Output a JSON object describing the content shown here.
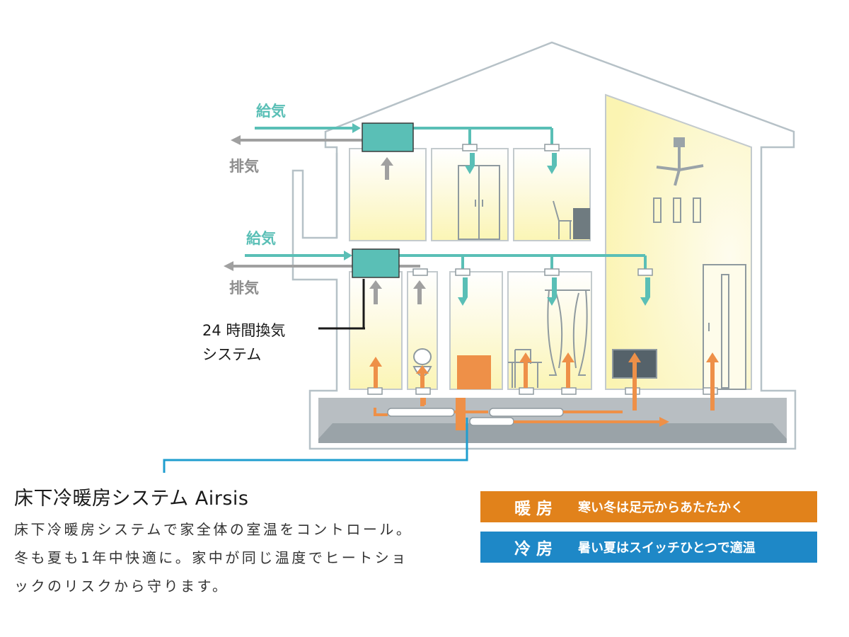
{
  "diagram": {
    "supply_label_upper": "給気",
    "exhaust_label_upper": "排気",
    "supply_label_lower": "給気",
    "exhaust_label_lower": "排気",
    "vent_system_line1": "24 時間換気",
    "vent_system_line2": "システム"
  },
  "description": {
    "title": "床下冷暖房システム Airsis",
    "body": "床下冷暖房システムで家全体の室温をコントロール。冬も夏も1年中快適に。家中が同じ温度でヒートショックのリスクから守ります。"
  },
  "legend": {
    "heating": {
      "term": "暖房",
      "text": "寒い冬は足元からあたたかく",
      "color": "#e1821b"
    },
    "cooling": {
      "term": "冷房",
      "text": "暑い夏はスイッチひとつで適温",
      "color": "#1e88c7"
    }
  },
  "colors": {
    "supply": "#5abfb6",
    "exhaust": "#8d8d8d",
    "warm_air": "#ee9048",
    "outline": "#b6c1c7",
    "room_glow": "#fbf5b5"
  }
}
